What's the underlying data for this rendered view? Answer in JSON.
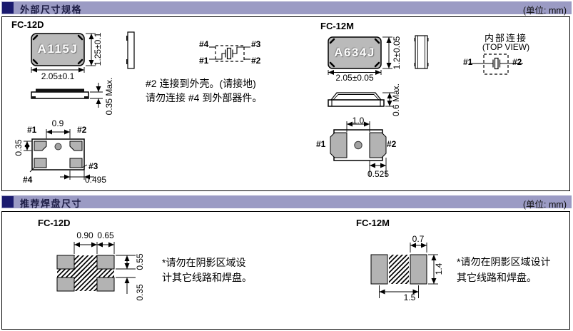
{
  "palette": {
    "band": "#9b9bc4",
    "band_square": "#1b1b6f",
    "body_fill": "#bababa",
    "pad_fill": "#b3b3b3",
    "line": "#000000"
  },
  "sections": [
    {
      "title": "外部尺寸规格",
      "unit": "(单位: mm)"
    },
    {
      "title": "推荐焊盘尺寸",
      "unit": "(单位: mm)"
    }
  ],
  "fc12d": {
    "label": "FC-12D",
    "marking": "A115J",
    "dims": {
      "width": "2.05±0.1",
      "height": "1.25±0.1",
      "thickness": "0.35 Max.",
      "pad_gap": "0.9",
      "pad_height": "0.35",
      "pad_offset": "0.495"
    },
    "pins": {
      "p1": "#1",
      "p2": "#2",
      "p3": "#3",
      "p4": "#4"
    }
  },
  "fc12d_connection": {
    "pins": {
      "p1": "#1",
      "p2": "#2",
      "p3": "#3",
      "p4": "#4"
    },
    "note_line1": "#2 连接到外壳。(请接地)",
    "note_line2": "请勿连接 #4 到外部器件。"
  },
  "fc12m": {
    "label": "FC-12M",
    "marking": "A634J",
    "dims": {
      "width": "2.05±0.05",
      "height": "1.2±0.05",
      "thickness": "0.6 Max.",
      "pad_gap": "1.0",
      "pad_width": "0.525"
    },
    "pins": {
      "p1": "#1",
      "p2": "#2"
    }
  },
  "internal_connection": {
    "title": "内部连接",
    "subtitle": "(TOP VIEW)",
    "pins": {
      "p1": "#1",
      "p2": "#2"
    }
  },
  "fc12d_land": {
    "label": "FC-12D",
    "dims": {
      "gap_width": "0.90",
      "pad_width": "0.65",
      "pad_height": "0.55",
      "row_gap": "0.35"
    },
    "note_line1": "*请勿在阴影区域设",
    "note_line2": "计其它线路和焊盘。"
  },
  "fc12m_land": {
    "label": "FC-12M",
    "dims": {
      "pad_width": "0.7",
      "pad_height": "1.4",
      "pitch": "1.5"
    },
    "note_line1": "*请勿在阴影区域设计",
    "note_line2": "其它线路和焊盘。"
  }
}
